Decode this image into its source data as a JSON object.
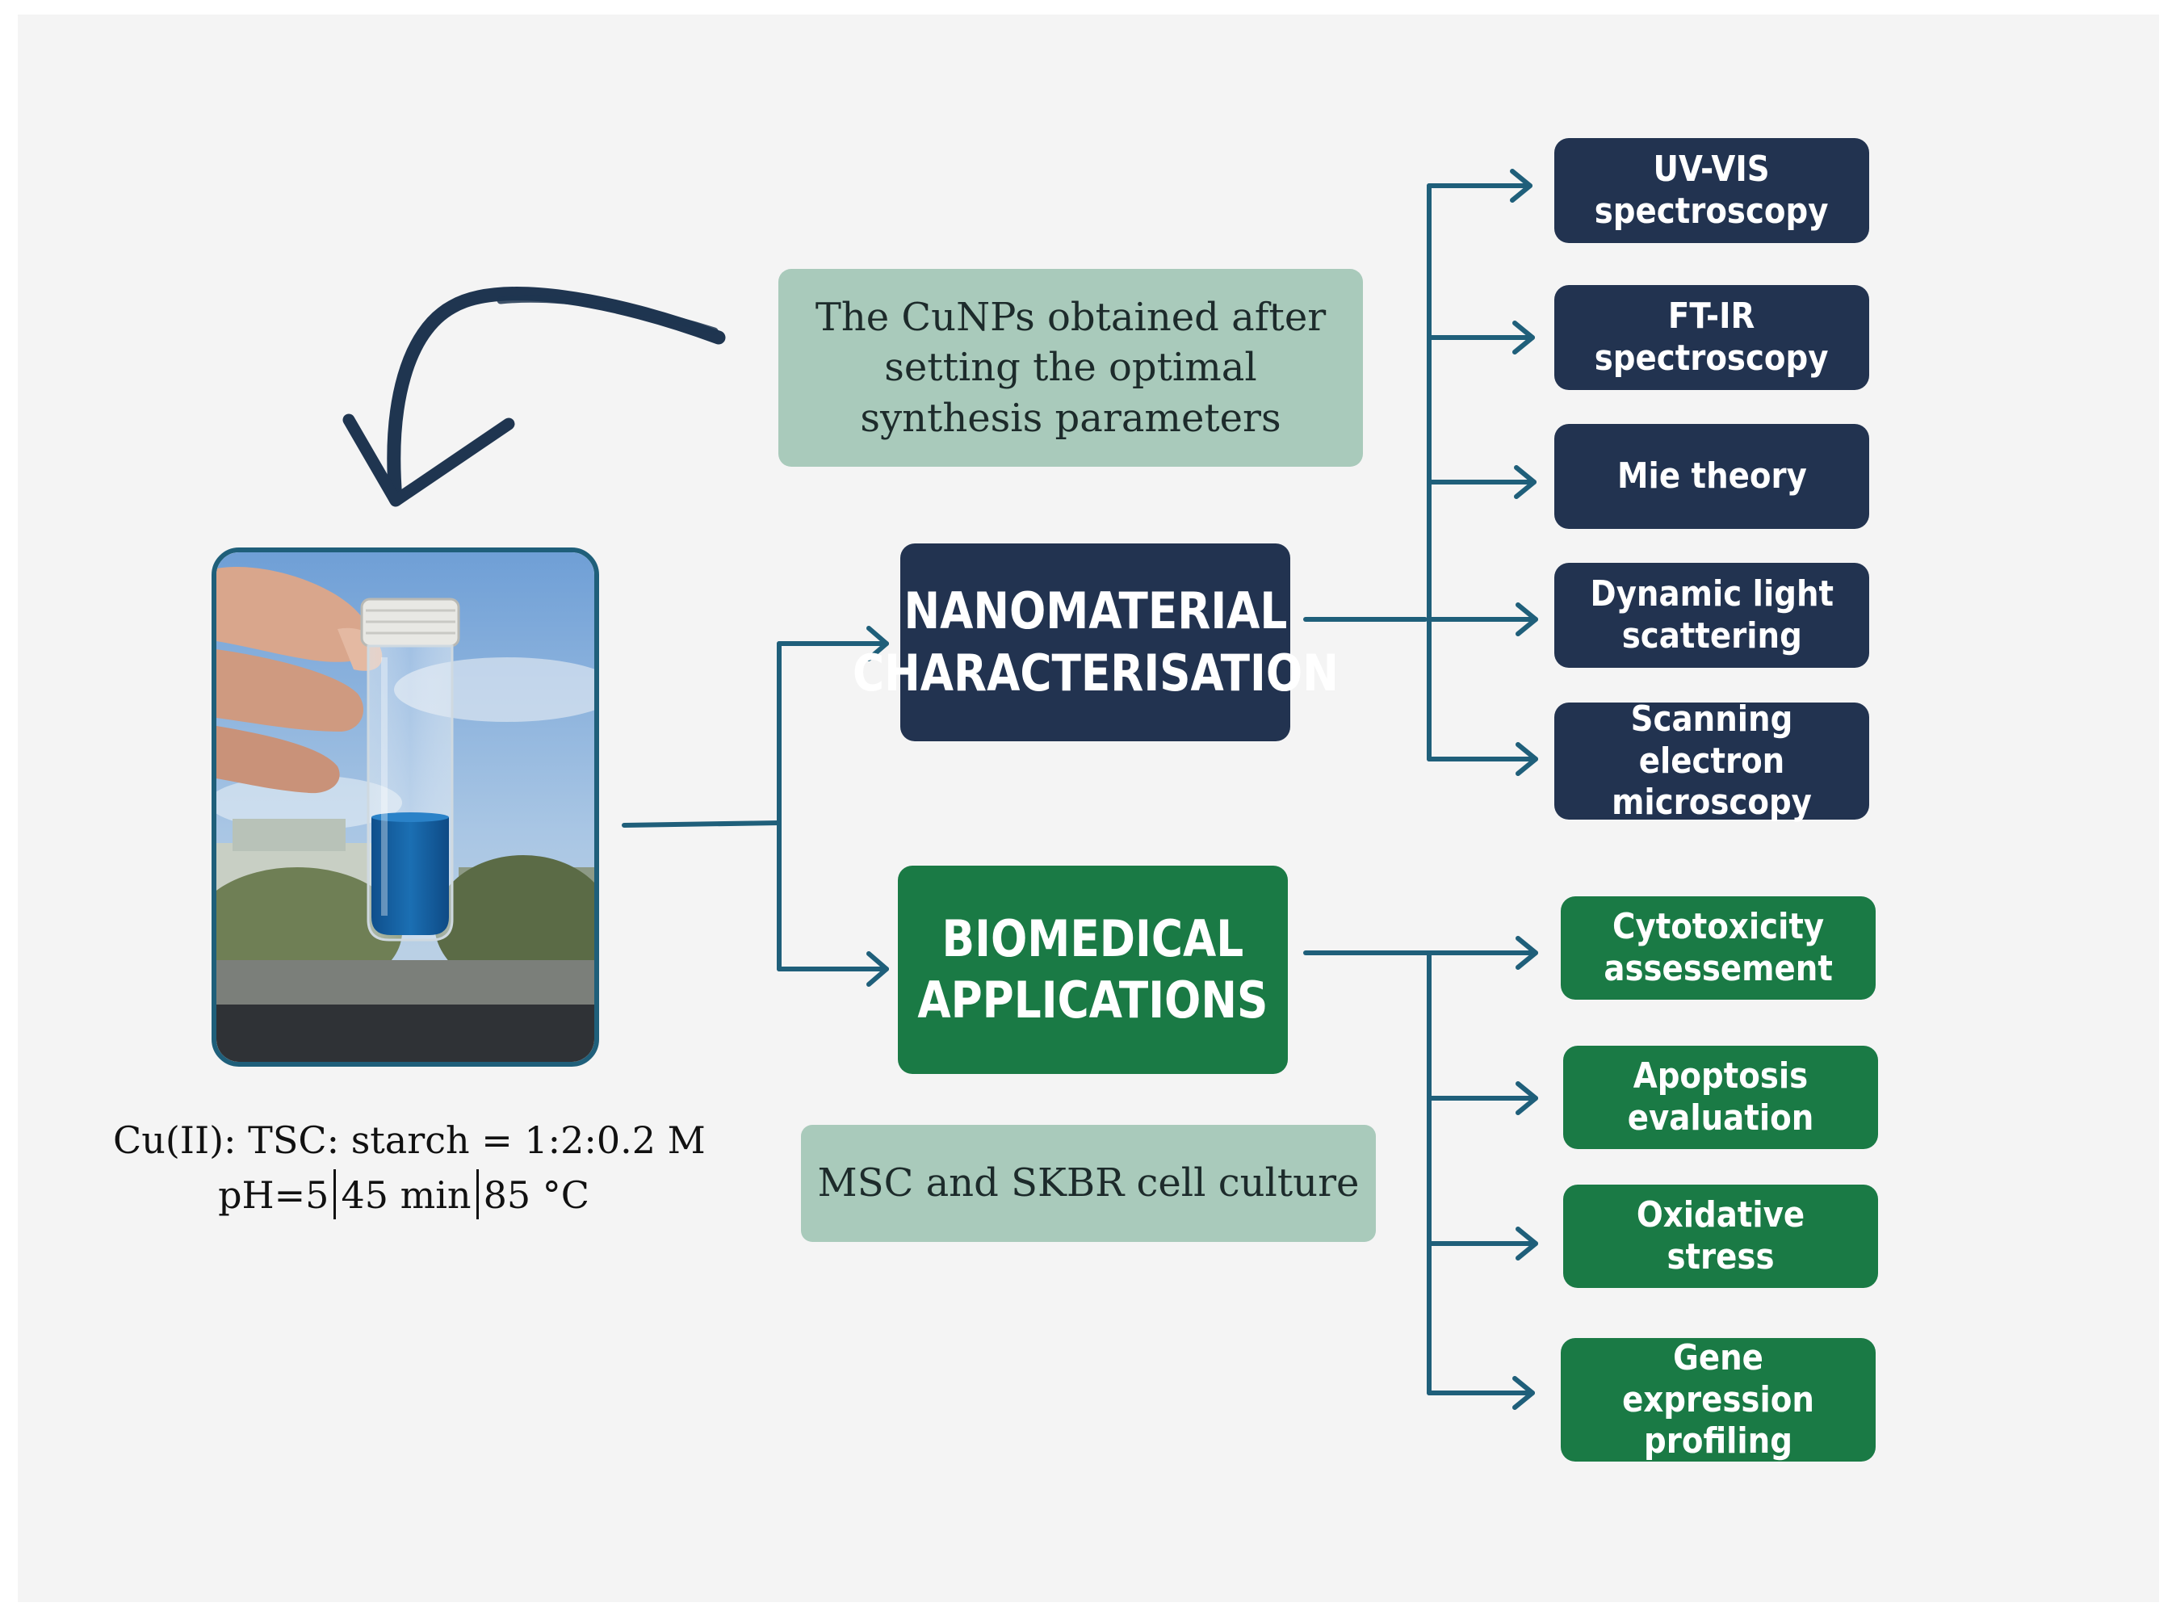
{
  "source_note": "The CuNPs obtained after\nsetting the optimal\nsynthesis parameters",
  "photo": {
    "subject": "hand holding glass vial with blue CuNP solution",
    "colors": {
      "liquid": "#1b6fb3",
      "frame": "#1f5f7a",
      "sky": "#8fb4d8"
    }
  },
  "caption": {
    "line1": "Cu(II): TSC: starch = 1:2:0.2 M",
    "line2": [
      "pH=5",
      "45 min",
      "85 °C"
    ]
  },
  "branches": {
    "characterisation": {
      "label": "NANOMATERIAL\nCHARACTERISATION",
      "color": "#223350",
      "items": [
        "UV-VIS\nspectroscopy",
        "FT-IR\nspectroscopy",
        "Mie theory",
        "Dynamic light\nscattering",
        "Scanning electron\nmicroscopy"
      ]
    },
    "biomedical": {
      "label": "BIOMEDICAL\nAPPLICATIONS",
      "color": "#1a7a45",
      "note": "MSC and SKBR cell culture",
      "items": [
        "Cytotoxicity\nassessement",
        "Apoptosis\nevaluation",
        "Oxidative stress",
        "Gene expression\nprofiling"
      ]
    }
  },
  "colors": {
    "connector": "#1f5f7a",
    "mint": "#a9cabb",
    "curved_arrow": "#1f3550"
  }
}
